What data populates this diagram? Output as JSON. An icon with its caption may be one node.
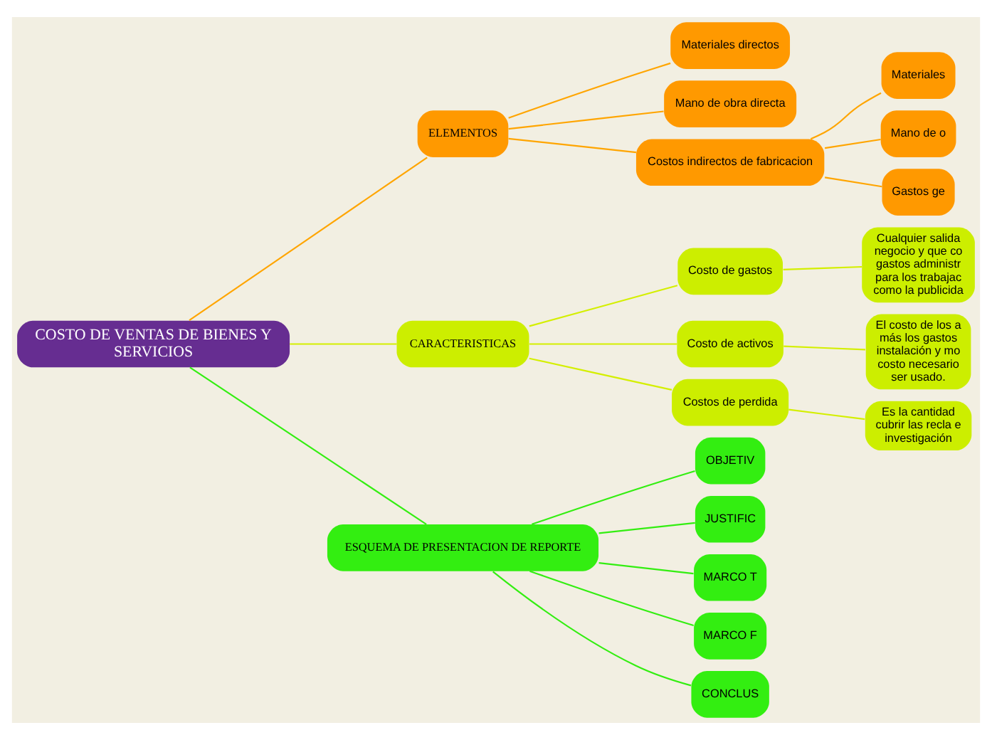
{
  "diagram": {
    "nodes": [
      {
        "text": [
          "COSTO DE VENTAS DE BIENES Y SERVICIOS"
        ]
      },
      {
        "text": [
          "ELEMENTOS"
        ]
      },
      {
        "text": [
          "Materiales directos"
        ]
      },
      {
        "text": [
          "Mano de obra directa"
        ]
      },
      {
        "text": [
          "Costos indirectos de fabricacion"
        ]
      },
      {
        "text": [
          "Materiales"
        ]
      },
      {
        "text": [
          "Mano de o"
        ]
      },
      {
        "text": [
          "Gastos ge"
        ]
      },
      {
        "text": [
          "CARACTERISTICAS"
        ]
      },
      {
        "text": [
          "Costo de gastos"
        ]
      },
      {
        "text": [
          "Cualquier salida negocio y que co gastos administr para los trabajac como la publicida"
        ]
      },
      {
        "text": [
          "Costo de activos"
        ]
      },
      {
        "text": [
          "El costo de los a más los gastos instalación y mo costo necesario ser usado."
        ]
      },
      {
        "text": [
          "Costos de perdida"
        ]
      },
      {
        "text": [
          "Es la cantidad cubrir las recla e investigación"
        ]
      },
      {
        "text": [
          "ESQUEMA DE PRESENTACION DE REPORTE"
        ]
      },
      {
        "text": [
          "OBJETIV"
        ]
      },
      {
        "text": [
          "JUSTIFIC"
        ]
      },
      {
        "text": [
          "MARCO T"
        ]
      },
      {
        "text": [
          "MARCO F"
        ]
      },
      {
        "text": [
          "CONCLUS"
        ]
      }
    ],
    "edges": [
      {
        "from": 0,
        "to": 1,
        "arrow": "none",
        "color": "#ffa500"
      },
      {
        "from": 1,
        "to": 2,
        "arrow": "none",
        "color": "#ffa500"
      },
      {
        "from": 1,
        "to": 3,
        "arrow": "none",
        "color": "#ffa500"
      },
      {
        "from": 1,
        "to": 4,
        "arrow": "none",
        "color": "#ffa500"
      },
      {
        "from": 4,
        "to": 5,
        "arrow": "none",
        "color": "#ffa500"
      },
      {
        "from": 4,
        "to": 6,
        "arrow": "none",
        "color": "#ffa500"
      },
      {
        "from": 4,
        "to": 7,
        "arrow": "none",
        "color": "#ffa500"
      },
      {
        "from": 0,
        "to": 8,
        "arrow": "none",
        "color": "#d4ef00"
      },
      {
        "from": 8,
        "to": 9,
        "arrow": "none",
        "color": "#d4ef00"
      },
      {
        "from": 9,
        "to": 10,
        "arrow": "none",
        "color": "#d4ef00"
      },
      {
        "from": 8,
        "to": 11,
        "arrow": "none",
        "color": "#d4ef00"
      },
      {
        "from": 11,
        "to": 12,
        "arrow": "none",
        "color": "#d4ef00"
      },
      {
        "from": 8,
        "to": 13,
        "arrow": "none",
        "color": "#d4ef00"
      },
      {
        "from": 13,
        "to": 14,
        "arrow": "none",
        "color": "#d4ef00"
      },
      {
        "from": 0,
        "to": 15,
        "arrow": "none",
        "color": "#33ee11"
      },
      {
        "from": 15,
        "to": 16,
        "arrow": "none",
        "color": "#33ee11"
      },
      {
        "from": 15,
        "to": 17,
        "arrow": "none",
        "color": "#33ee11"
      },
      {
        "from": 15,
        "to": 18,
        "arrow": "none",
        "color": "#33ee11"
      },
      {
        "from": 15,
        "to": 19,
        "arrow": "none",
        "color": "#33ee11"
      },
      {
        "from": 15,
        "to": 20,
        "arrow": "none",
        "color": "#33ee11"
      }
    ]
  }
}
